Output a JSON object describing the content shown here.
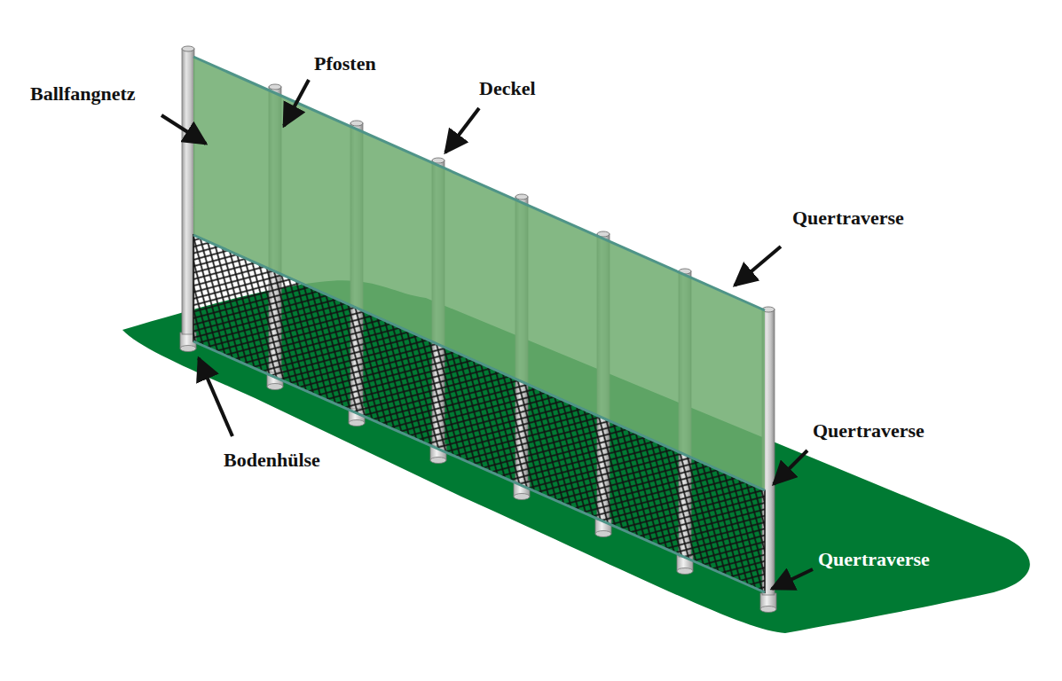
{
  "diagram": {
    "labels": [
      "Ballfangnetz",
      "Pfosten",
      "Deckel",
      "Quertraverse",
      "Bodenhülse",
      "Quertraverse",
      "Quertraverse"
    ]
  }
}
